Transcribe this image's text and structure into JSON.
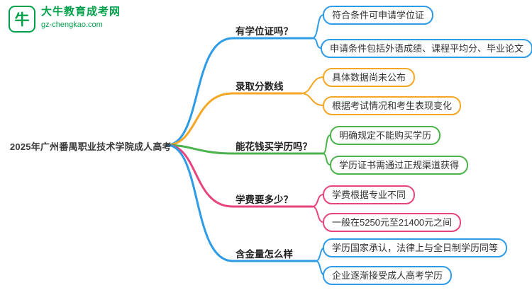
{
  "logo": {
    "name": "大牛教育成考网",
    "url": "gz-chengkao.com",
    "icon_char": "牛",
    "color": "#00A04A"
  },
  "root": {
    "label": "2025年广州番禺职业技术学院成人高考"
  },
  "branches": [
    {
      "label": "有学位证吗？",
      "color": "#2E9BE6",
      "children": [
        "符合条件可申请学位证",
        "申请条件包括外语成绩、课程平均分、毕业论文"
      ]
    },
    {
      "label": "录取分数线",
      "color": "#F5A623",
      "children": [
        "具体数据尚未公布",
        "根据考试情况和考生表现变化"
      ]
    },
    {
      "label": "能花钱买学历吗？",
      "color": "#4BB34B",
      "children": [
        "明确规定不能购买学历",
        "学历证书需通过正规渠道获得"
      ]
    },
    {
      "label": "学费要多少？",
      "color": "#E8437C",
      "children": [
        "学费根据专业不同",
        "一般在5250元至21400元之间"
      ]
    },
    {
      "label": "含金量怎么样",
      "color": "#2E9BE6",
      "children": [
        "学历国家承认，法律上与全日制学历同等",
        "企业逐渐接受成人高考学历"
      ]
    }
  ]
}
